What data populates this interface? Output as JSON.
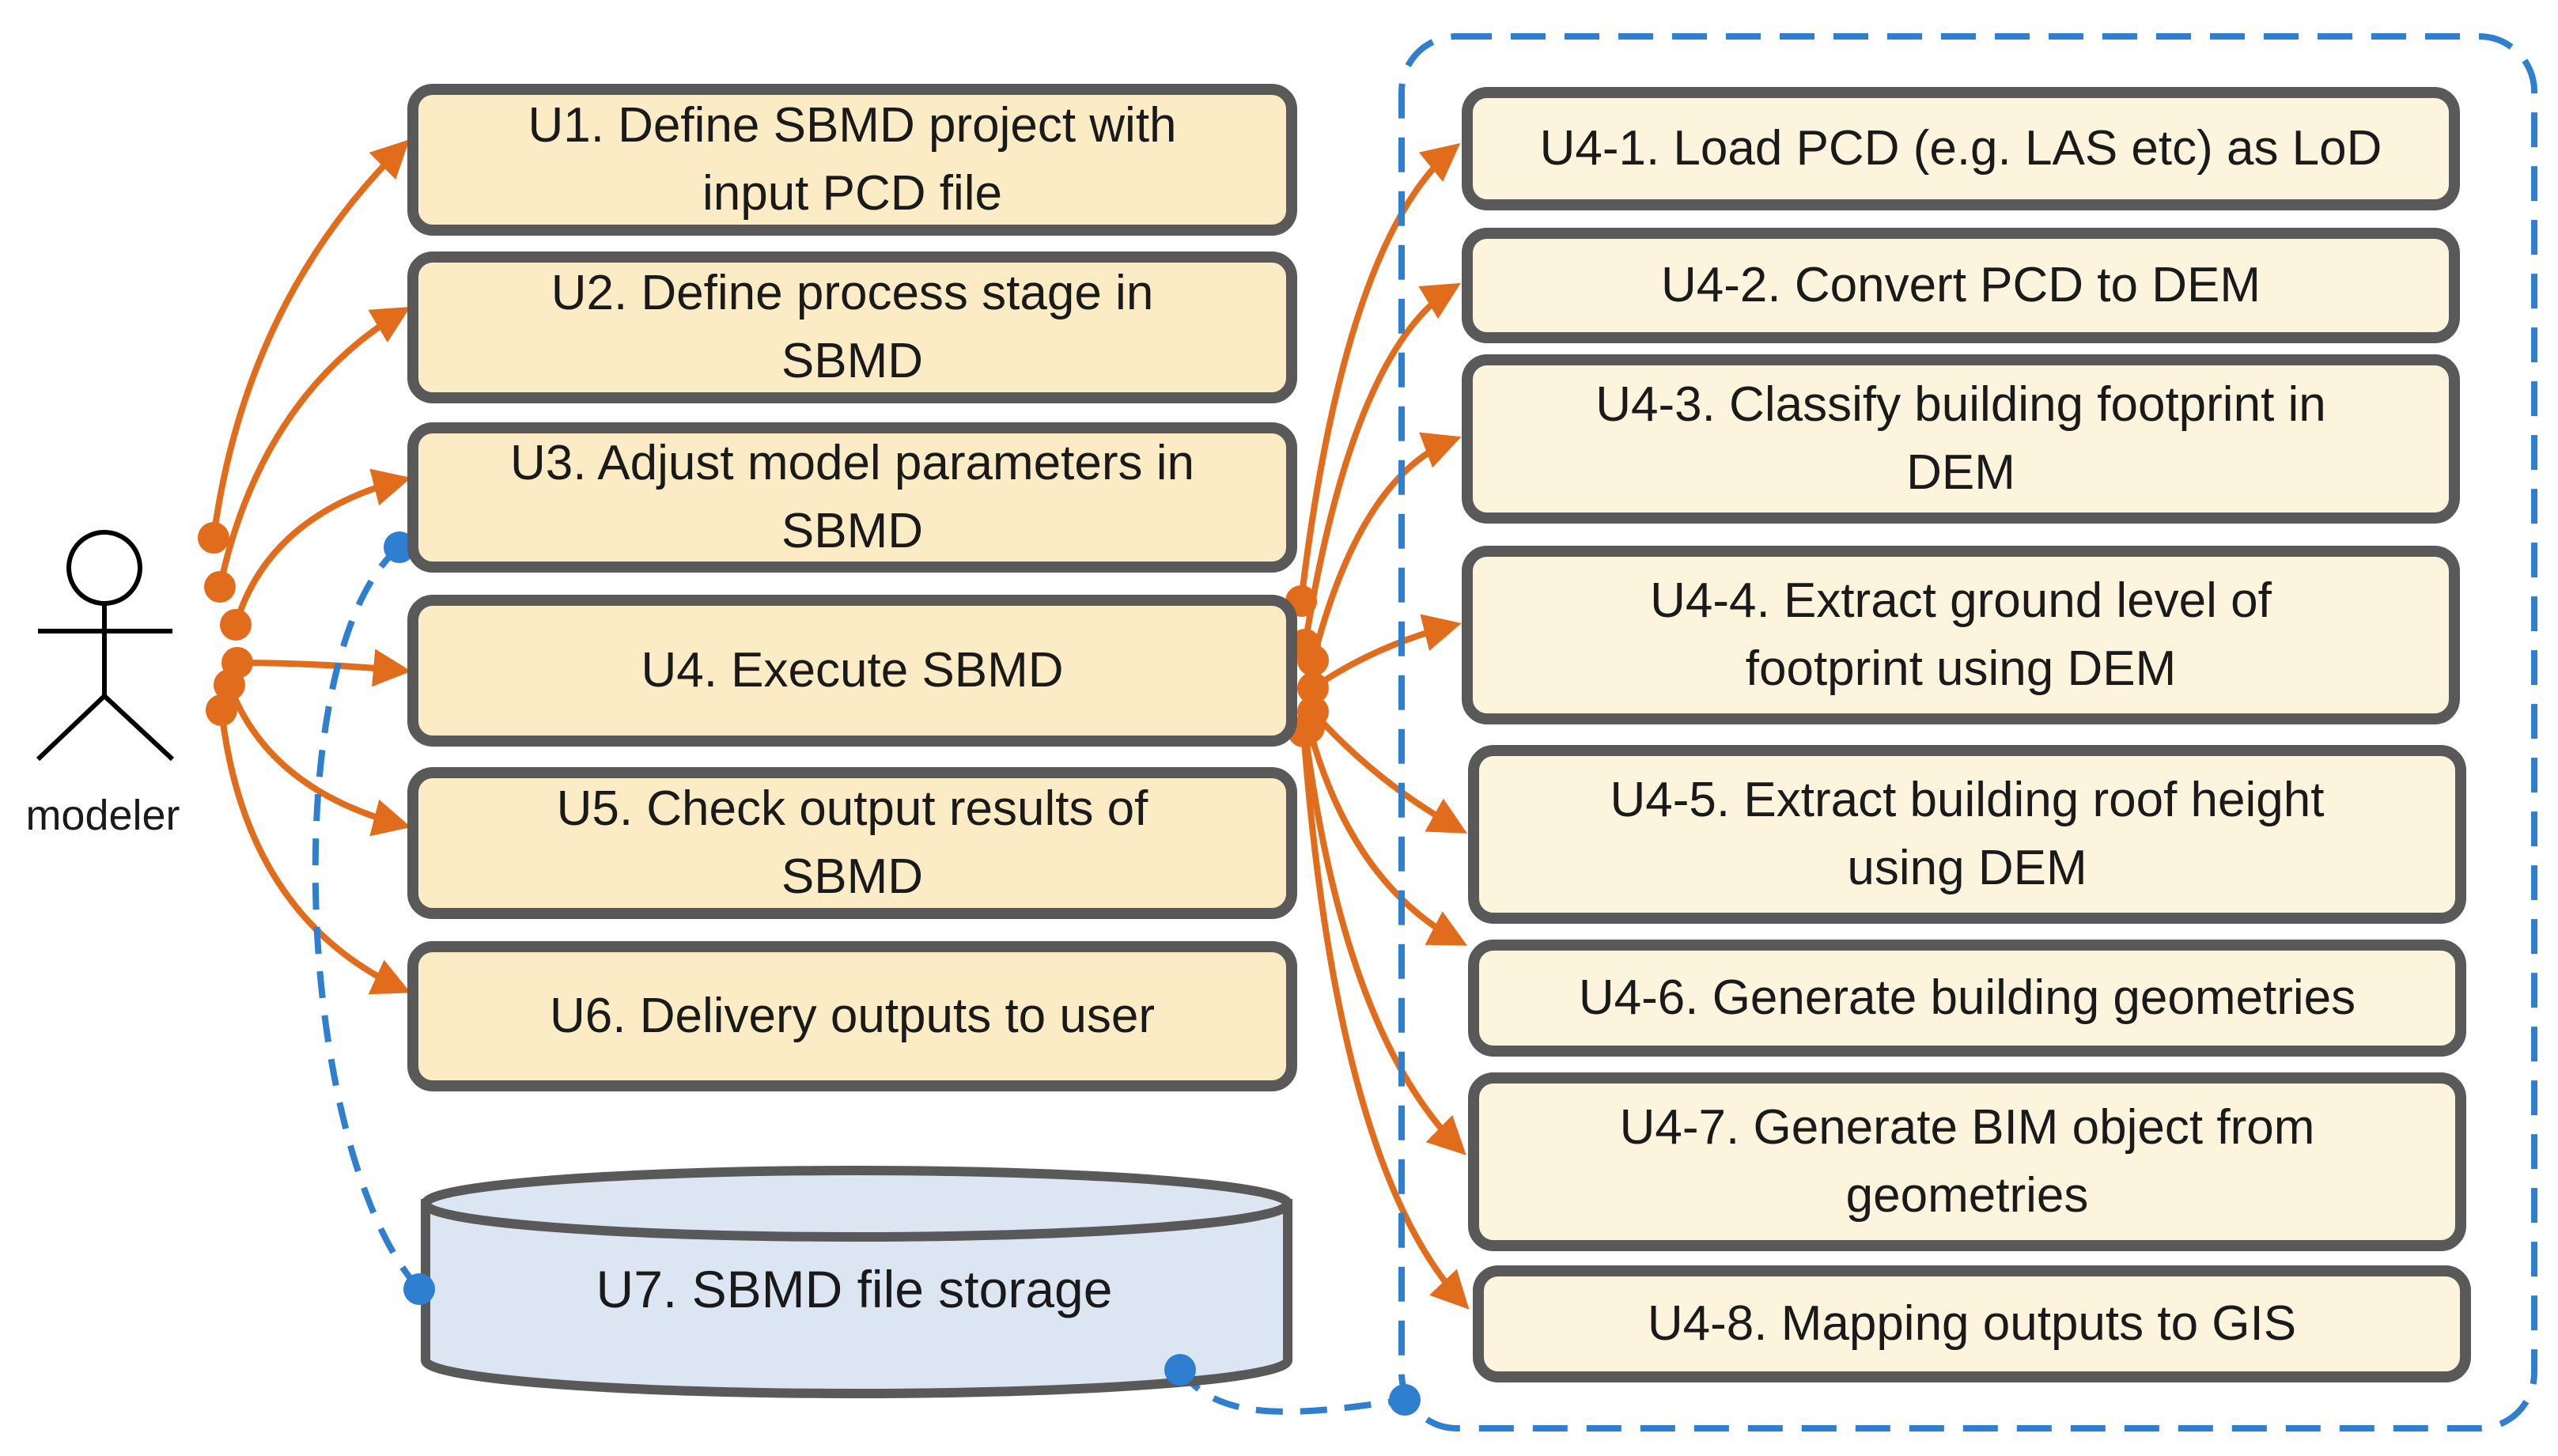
{
  "actor": {
    "label": "modeler"
  },
  "use_cases": [
    {
      "id": "U1",
      "text": "U1. Define SBMD project with\ninput PCD file"
    },
    {
      "id": "U2",
      "text": "U2. Define process stage in\nSBMD"
    },
    {
      "id": "U3",
      "text": "U3. Adjust model parameters in\nSBMD"
    },
    {
      "id": "U4",
      "text": "U4. Execute SBMD"
    },
    {
      "id": "U5",
      "text": "U5. Check output results of\nSBMD"
    },
    {
      "id": "U6",
      "text": "U6. Delivery outputs to user"
    }
  ],
  "sub_cases": [
    {
      "id": "U4-1",
      "text": "U4-1. Load PCD (e.g. LAS etc) as LoD"
    },
    {
      "id": "U4-2",
      "text": "U4-2. Convert PCD to DEM"
    },
    {
      "id": "U4-3",
      "text": "U4-3. Classify building footprint in\nDEM"
    },
    {
      "id": "U4-4",
      "text": "U4-4. Extract ground level of\nfootprint using DEM"
    },
    {
      "id": "U4-5",
      "text": "U4-5. Extract building roof height\nusing DEM"
    },
    {
      "id": "U4-6",
      "text": "U4-6. Generate building geometries"
    },
    {
      "id": "U4-7",
      "text": "U4-7. Generate BIM object from\ngeometries"
    },
    {
      "id": "U4-8",
      "text": "U4-8. Mapping outputs to GIS"
    }
  ],
  "storage": {
    "text": "U7. SBMD file storage"
  },
  "colors": {
    "arrow": "#e06c1c",
    "dashed": "#2f7fd0",
    "box_border": "#595959",
    "main_fill": "#fcecc5",
    "sub_fill": "#fdf4dd",
    "storage_fill": "#dce6f3"
  }
}
